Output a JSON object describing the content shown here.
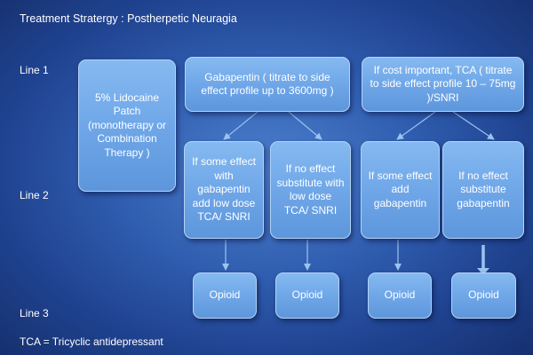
{
  "title": "Treatment Stratergy : Postherpetic Neuragia",
  "line_labels": {
    "line1": "Line 1",
    "line2": "Line 2",
    "line3": "Line 3"
  },
  "footnote": "TCA = Tricyclic antidepressant",
  "boxes": {
    "lidocaine": "5% Lidocaine Patch (monotherapy or Combination Therapy )",
    "gabapentin": "Gabapentin ( titrate to side effect profile up to 3600mg )",
    "tca": "If cost important, TCA ( titrate to side effect profile 10 – 75mg )/SNRI",
    "gaba_some_effect": "If some effect with gabapentin add low dose TCA/ SNRI",
    "gaba_no_effect": "If no effect substitute with low dose TCA/ SNRI",
    "tca_some_effect": "If some effect add gabapentin",
    "tca_no_effect": "If no effect substitute gabapentin",
    "opioid_1": "Opioid",
    "opioid_2": "Opioid",
    "opioid_3": "Opioid",
    "opioid_4": "Opioid"
  },
  "colors": {
    "box_fill": "#6da5e7",
    "background": "#2f5cae",
    "connector": "#9cc3ef"
  }
}
